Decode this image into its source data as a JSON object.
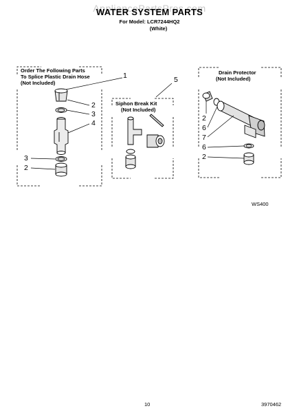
{
  "header": {
    "watermark": "AppliancePartsPros.com",
    "title": "WATER SYSTEM PARTS",
    "model_line": "For Model: LCR7244HQ2",
    "color_line": "(White)"
  },
  "boxes": {
    "splice": {
      "line1": "Order The Following Parts",
      "line2": "To Splice Plastic Drain Hose",
      "line3": "(Not Included)"
    },
    "siphon": {
      "line1": "Siphon Break Kit",
      "line2": "(Not Included)"
    },
    "drain": {
      "line1": "Drain Protector",
      "line2": "(Not Included)"
    }
  },
  "callouts": {
    "splice_1": "1",
    "splice_2a": "2",
    "splice_3a": "3",
    "splice_4": "4",
    "splice_3b": "3",
    "splice_2b": "2",
    "siphon_5": "5",
    "drain_2a": "2",
    "drain_6a": "6",
    "drain_7": "7",
    "drain_6b": "6",
    "drain_2b": "2"
  },
  "footer": {
    "diagram_code": "WS400",
    "page_number": "10",
    "doc_number": "3970462"
  }
}
